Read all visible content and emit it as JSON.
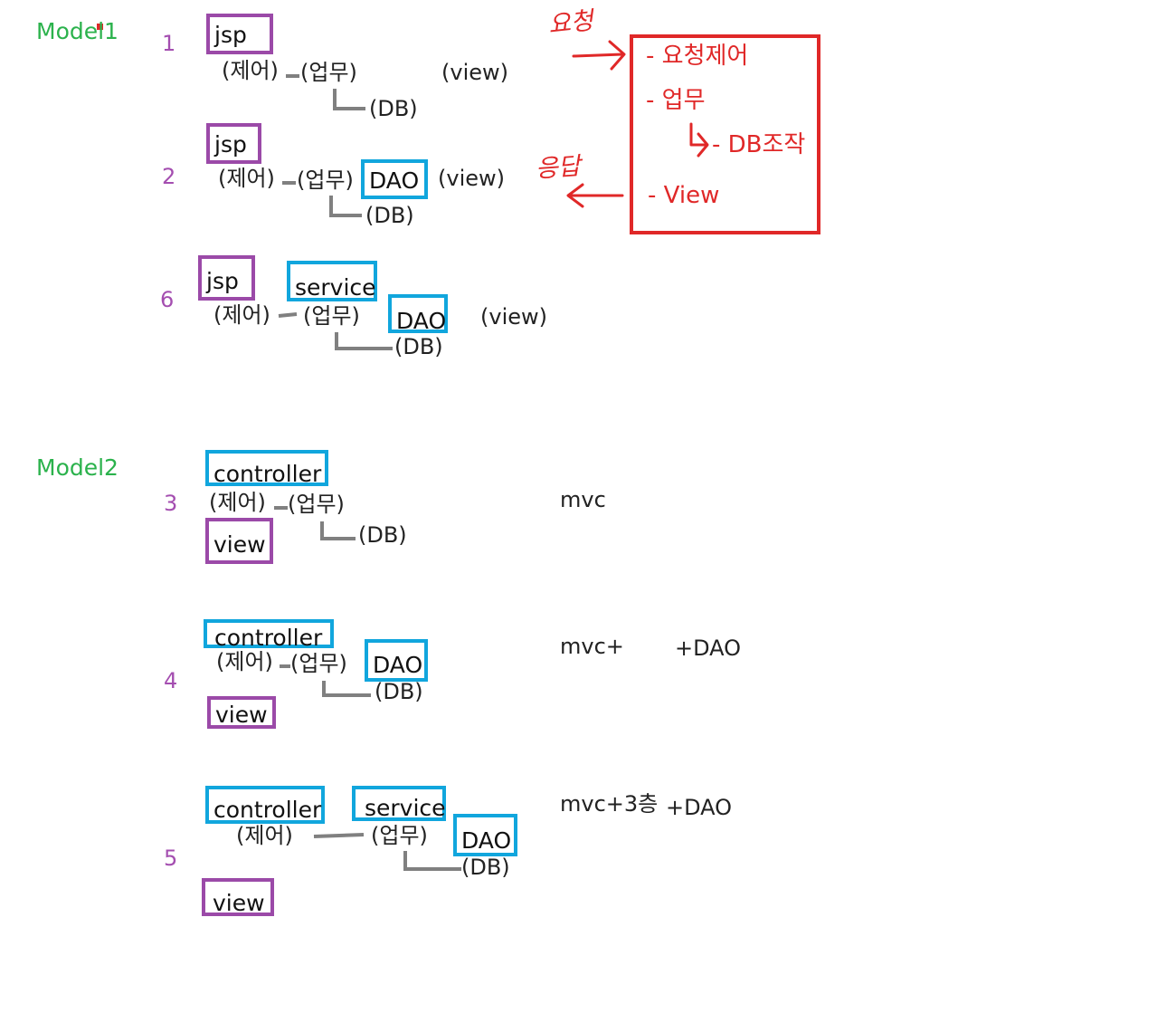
{
  "models": {
    "model1": "Model1",
    "model2": "Model2"
  },
  "diagrams": {
    "d1": {
      "num": "1",
      "box1": "jsp",
      "ctrl": "(제어)",
      "biz": "(업무)",
      "db": "(DB)",
      "view": "(view)"
    },
    "d2": {
      "num": "2",
      "box1": "jsp",
      "dao": "DAO",
      "ctrl": "(제어)",
      "biz": "(업무)",
      "db": "(DB)",
      "view": "(view)"
    },
    "d6": {
      "num": "6",
      "box1": "jsp",
      "service": "service",
      "dao": "DAO",
      "ctrl": "(제어)",
      "biz": "(업무)",
      "db": "(DB)",
      "view": "(view)"
    },
    "d3": {
      "num": "3",
      "controller": "controller",
      "view_box": "view",
      "ctrl": "(제어)",
      "biz": "(업무)",
      "db": "(DB)",
      "note": "mvc"
    },
    "d4": {
      "num": "4",
      "controller": "controller",
      "view_box": "view",
      "dao": "DAO",
      "ctrl": "(제어)",
      "biz": "(업무)",
      "db": "(DB)",
      "note_a": "mvc+",
      "note_b": "+DAO"
    },
    "d5": {
      "num": "5",
      "controller": "controller",
      "service": "service",
      "view_box": "view",
      "dao": "DAO",
      "ctrl": "(제어)",
      "biz": "(업무)",
      "db": "(DB)",
      "note_a": "mvc+3층",
      "note_b": "+DAO"
    }
  },
  "annotations": {
    "request": "요청",
    "response": "응답",
    "panel": [
      "- 요청제어",
      "- 업무",
      "- DB조작",
      "- View"
    ]
  },
  "colors": {
    "purple": "#9b4aa8",
    "blue": "#11a6dd",
    "red": "#e02828",
    "green": "#2bb24c",
    "connector": "#808080"
  }
}
